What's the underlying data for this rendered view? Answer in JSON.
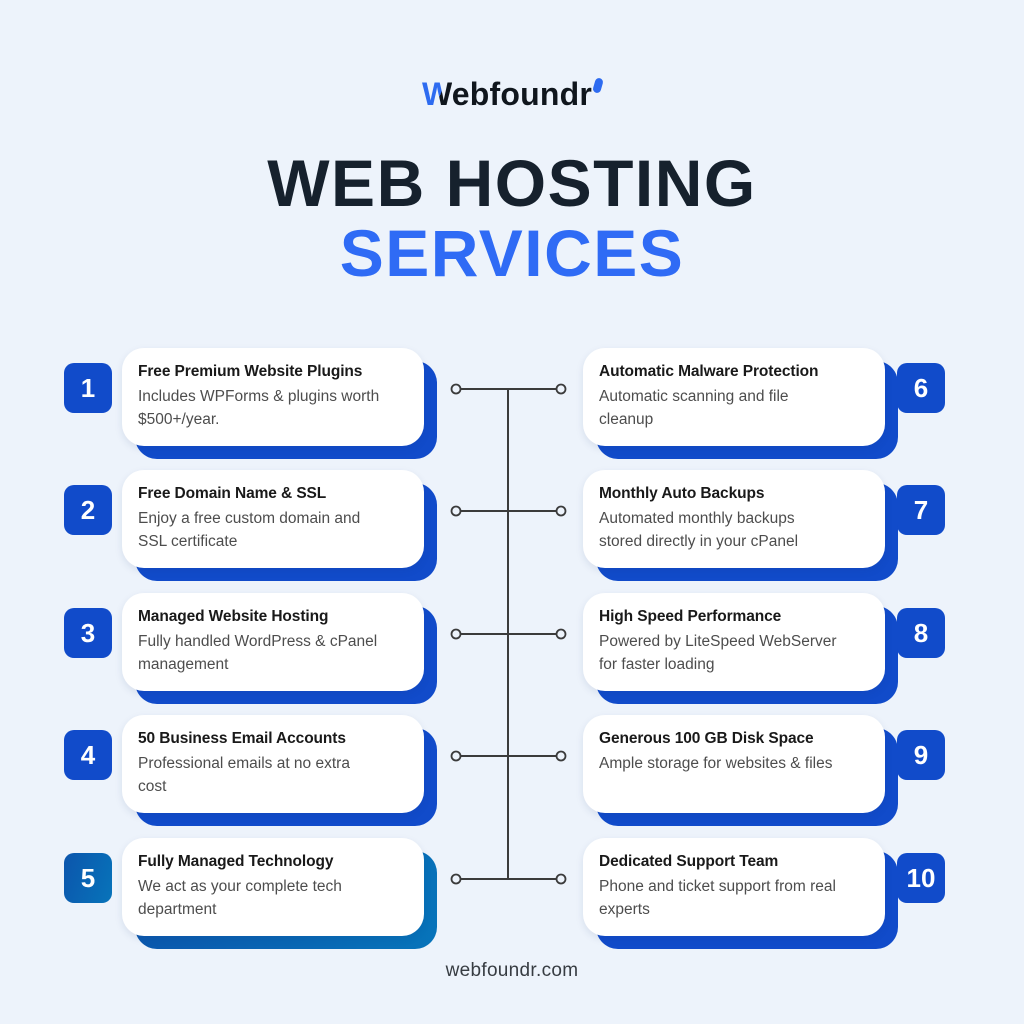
{
  "page": {
    "background": "#edf3fb"
  },
  "logo": {
    "first_letter": "W",
    "rest": "ebfoundr",
    "accent_color": "#2e6bf0",
    "text_color": "#10161d"
  },
  "title": {
    "line1": "WEB HOSTING",
    "line2": "SERVICES",
    "line1_color": "#16212d",
    "line2_color": "#2f6bf5"
  },
  "colors": {
    "card_accent_blue": "#114bca",
    "card5_accent_blue": "#0a64b2",
    "card_background": "#ffffff",
    "connector_line": "#3b3b3b",
    "card_title_text": "#191919",
    "card_body_text": "#4d4d4d"
  },
  "cards_left": [
    {
      "number": "1",
      "title": "Free Premium Website Plugins",
      "description": "Includes WPForms & plugins worth $500+/year."
    },
    {
      "number": "2",
      "title": "Free Domain Name & SSL",
      "description": "Enjoy a free custom domain and SSL certificate"
    },
    {
      "number": "3",
      "title": "Managed Website Hosting",
      "description": "Fully handled WordPress & cPanel management"
    },
    {
      "number": "4",
      "title": "50 Business Email Accounts",
      "description": "Professional emails at no extra cost"
    },
    {
      "number": "5",
      "title": "Fully Managed Technology",
      "description": "We act as your complete tech department"
    }
  ],
  "cards_right": [
    {
      "number": "6",
      "title": "Automatic Malware Protection",
      "description": "Automatic scanning and file cleanup"
    },
    {
      "number": "7",
      "title": "Monthly Auto Backups",
      "description": "Automated monthly backups stored directly in your cPanel"
    },
    {
      "number": "8",
      "title": "High Speed Performance",
      "description": "Powered by LiteSpeed WebServer for faster loading"
    },
    {
      "number": "9",
      "title": "Generous 100 GB Disk Space",
      "description": "Ample storage for websites & files"
    },
    {
      "number": "10",
      "title": "Dedicated Support Team",
      "description": "Phone and ticket support from real experts"
    }
  ],
  "footer": {
    "website": "webfoundr.com"
  }
}
